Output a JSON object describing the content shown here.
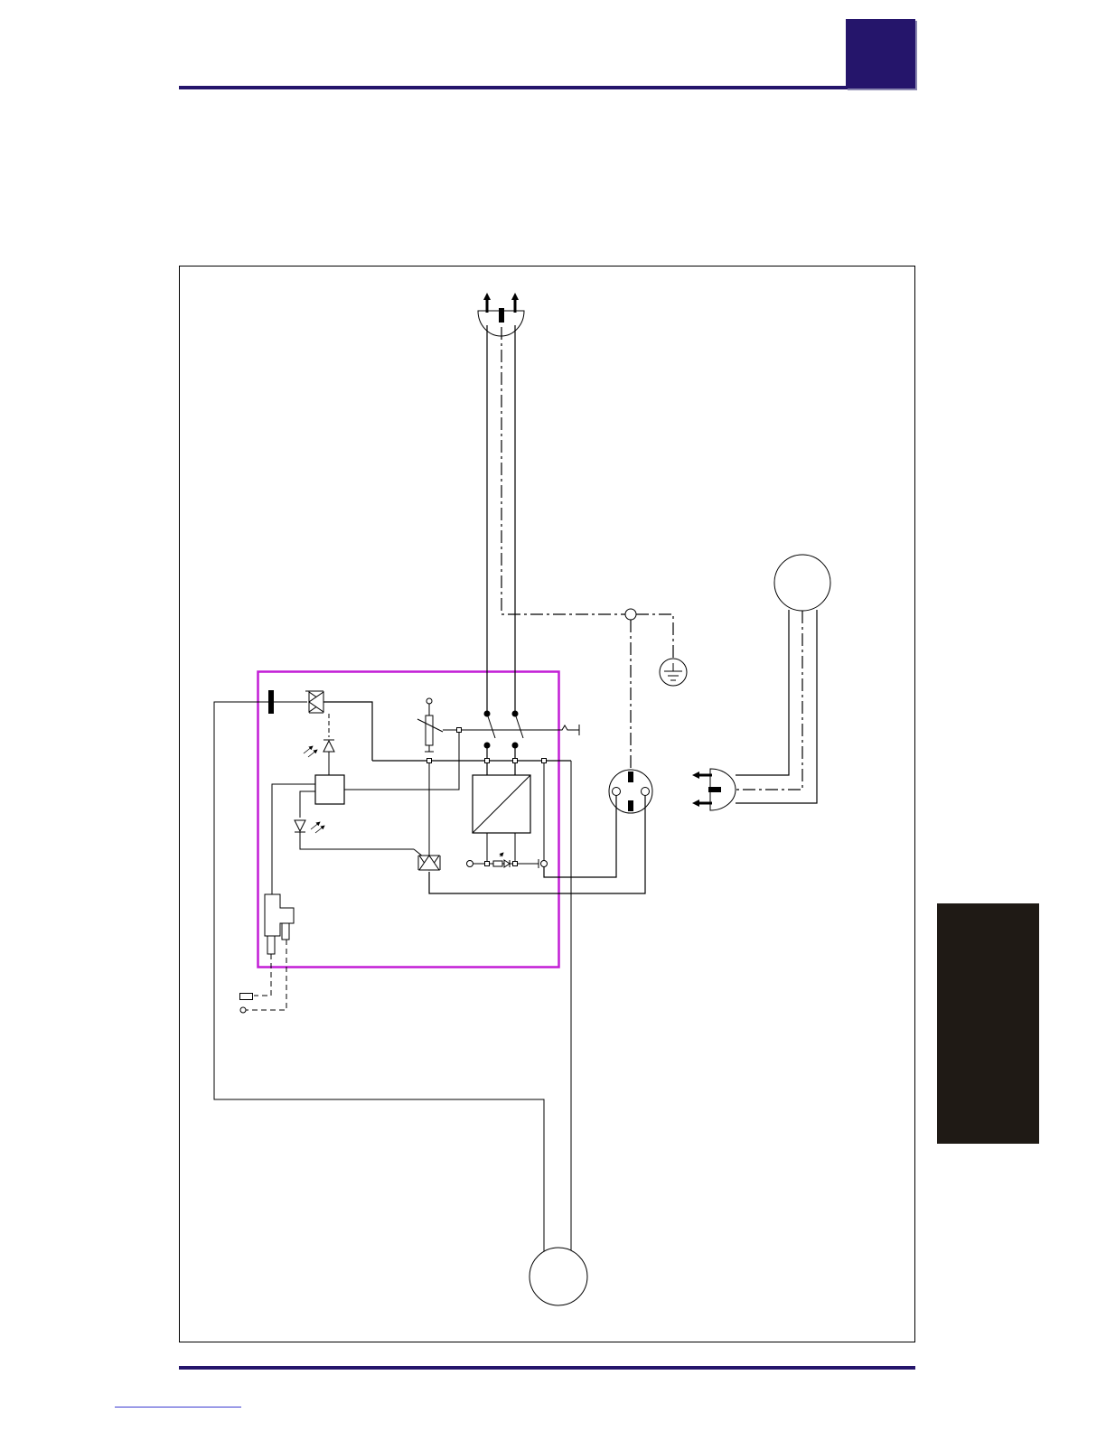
{
  "page": {
    "header_tab_label": "",
    "side_tab_label": "",
    "footer_link_text": ""
  },
  "colors": {
    "accent_navy": "#25156b",
    "side_tab": "#1f1a15",
    "highlight_box": "#c21dd6",
    "line": "#000000",
    "footer_link": "#3a3ad0"
  },
  "diagram": {
    "type": "electrical wiring schematic",
    "components": [
      "mains-plug-top",
      "mains-plug-right",
      "motor-top-right",
      "motor-bottom",
      "earth-ground",
      "earth-junction",
      "socket-outlet",
      "double-pole-switch",
      "thermal-fuse",
      "variable-resistor",
      "power-module",
      "control-unit",
      "triac-top",
      "triac-bottom",
      "led-indicator",
      "photo-diode",
      "sensor-connector"
    ]
  }
}
